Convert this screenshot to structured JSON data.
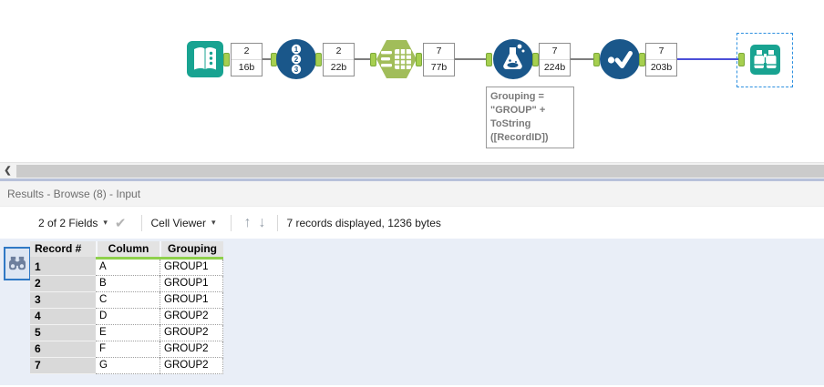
{
  "colors": {
    "tool_teal": "#18a391",
    "tool_blue": "#1a578a",
    "tool_olive": "#a1bd5a",
    "anchor_green": "#a6cf4f",
    "selection_blue": "#2e90e0",
    "connection_selected": "#4b4fd8",
    "header_green_bar": "#8ed04c",
    "grid_background": "#e9eef7"
  },
  "icons": {
    "scroll_left": "❮",
    "caret_down": "▾",
    "check": "✔",
    "arrow_up": "↑",
    "arrow_down": "↓"
  },
  "workflow": {
    "counts": [
      {
        "records": "2",
        "bytes": "16b"
      },
      {
        "records": "2",
        "bytes": "22b"
      },
      {
        "records": "7",
        "bytes": "77b"
      },
      {
        "records": "7",
        "bytes": "224b"
      },
      {
        "records": "7",
        "bytes": "203b"
      }
    ],
    "annotation": [
      "Grouping =",
      "\"GROUP\" +",
      "ToString",
      "([RecordID])"
    ]
  },
  "results": {
    "title": "Results - Browse (8) - Input",
    "toolbar": {
      "fields_label": "2 of 2 Fields",
      "cell_viewer_label": "Cell Viewer",
      "status": "7 records displayed, 1236 bytes"
    },
    "table": {
      "columns": [
        "Record #",
        "Column",
        "Grouping"
      ],
      "rows": [
        {
          "record": "1",
          "column": "A",
          "grouping": "GROUP1"
        },
        {
          "record": "2",
          "column": "B",
          "grouping": "GROUP1"
        },
        {
          "record": "3",
          "column": "C",
          "grouping": "GROUP1"
        },
        {
          "record": "4",
          "column": "D",
          "grouping": "GROUP2"
        },
        {
          "record": "5",
          "column": "E",
          "grouping": "GROUP2"
        },
        {
          "record": "6",
          "column": "F",
          "grouping": "GROUP2"
        },
        {
          "record": "7",
          "column": "G",
          "grouping": "GROUP2"
        }
      ]
    }
  }
}
